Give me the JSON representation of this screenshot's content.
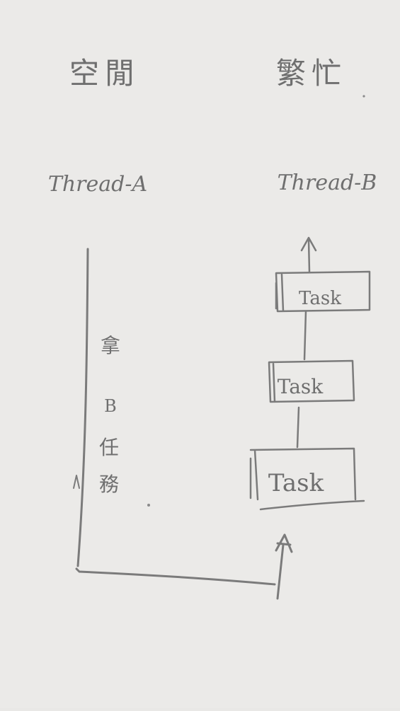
{
  "columns": {
    "left": {
      "heading": "空閒",
      "thread": "Thread-A"
    },
    "right": {
      "heading": "繁忙",
      "thread": "Thread-B"
    }
  },
  "note": [
    "拿",
    "B",
    "任",
    "務"
  ],
  "tasks": [
    "Task",
    "Task",
    "Task"
  ],
  "colors": {
    "paper": "#e9e8e6",
    "pencil": "#7b7b7b"
  }
}
